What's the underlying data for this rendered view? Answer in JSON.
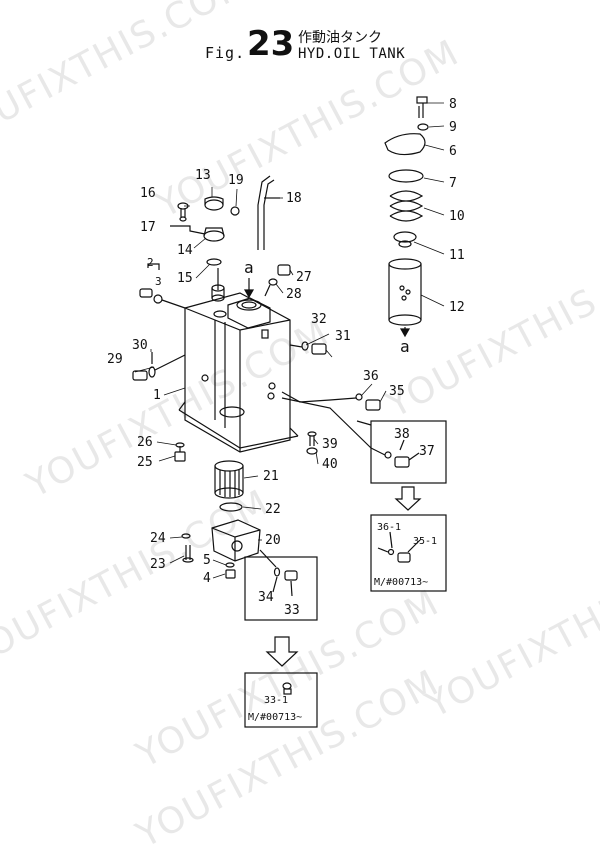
{
  "header": {
    "fig_prefix": "Fig.",
    "fig_number": "23",
    "title_jp": "作動油タンク",
    "title_en": "HYD.OIL TANK"
  },
  "watermark_text": "YOUFIXTHIS.COM",
  "reference_letter": "a",
  "part_callouts": [
    "1",
    "2",
    "3",
    "4",
    "5",
    "6",
    "7",
    "8",
    "9",
    "10",
    "11",
    "12",
    "13",
    "14",
    "15",
    "16",
    "17",
    "18",
    "19",
    "20",
    "21",
    "22",
    "23",
    "24",
    "25",
    "26",
    "27",
    "28",
    "29",
    "30",
    "31",
    "32",
    "33",
    "34",
    "35",
    "36",
    "37",
    "38",
    "39",
    "40"
  ],
  "inset_boxes": {
    "box_top_right": {
      "labels": [
        "38",
        "37"
      ]
    },
    "box_top_right_new": {
      "labels": [
        "36-1",
        "35-1"
      ],
      "serial": "M/#00713~"
    },
    "box_bottom": {
      "labels": [
        "34",
        "33"
      ]
    },
    "box_bottom_new": {
      "label": "33-1",
      "serial": "M/#00713~"
    }
  }
}
